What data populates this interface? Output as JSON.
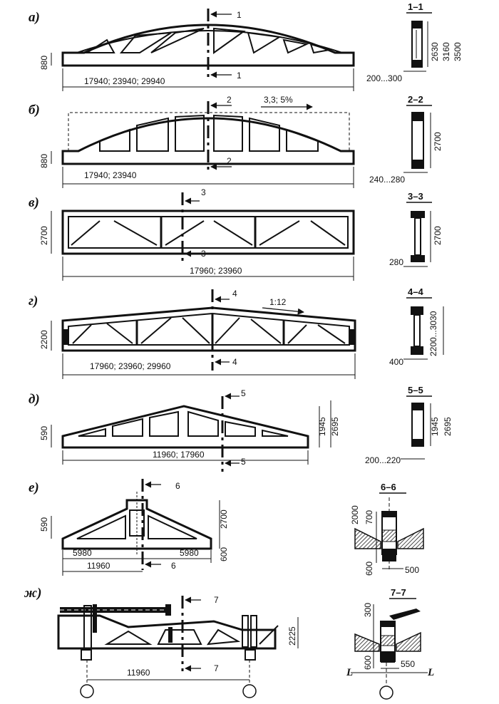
{
  "rows": [
    {
      "label": "а)",
      "section": "1–1",
      "cut": "1",
      "span": "17940; 23940; 29940",
      "height_left": "880",
      "section_dims": [
        "2630",
        "3160",
        "3500"
      ],
      "section_width": "200...300"
    },
    {
      "label": "б)",
      "section": "2–2",
      "cut": "2",
      "span": "17940; 23940",
      "height_left": "880",
      "slope": "3,3; 5%",
      "section_dims": [
        "2700"
      ],
      "section_width": "240...280"
    },
    {
      "label": "в)",
      "section": "3–3",
      "cut": "3",
      "span": "17960; 23960",
      "height_left": "2700",
      "section_dims": [
        "2700"
      ],
      "section_width": "280"
    },
    {
      "label": "г)",
      "section": "4–4",
      "cut": "4",
      "span": "17960; 23960; 29960",
      "height_left": "2200",
      "slope": "1:12",
      "section_dims": [
        "2200...3030"
      ],
      "section_width": "400"
    },
    {
      "label": "д)",
      "section": "5–5",
      "cut": "5",
      "span": "11960; 17960",
      "height_left": "590",
      "height_right": [
        "1945",
        "2695"
      ],
      "section_dims": [
        "1945",
        "2695"
      ],
      "section_width": "200...220"
    },
    {
      "label": "е)",
      "section": "6–6",
      "cut": "6",
      "span": "11960",
      "half_left": "5980",
      "half_right": "5980",
      "height_left": "590",
      "height_right": [
        "2700",
        "600"
      ],
      "section_dims": [
        "2000",
        "700",
        "600"
      ],
      "section_width": "500"
    },
    {
      "label": "ж)",
      "section": "7–7",
      "cut": "7",
      "span": "11960",
      "height_right": "2225",
      "section_dims": [
        "300",
        "600"
      ],
      "section_width": "550",
      "axis_mark": "L"
    }
  ]
}
